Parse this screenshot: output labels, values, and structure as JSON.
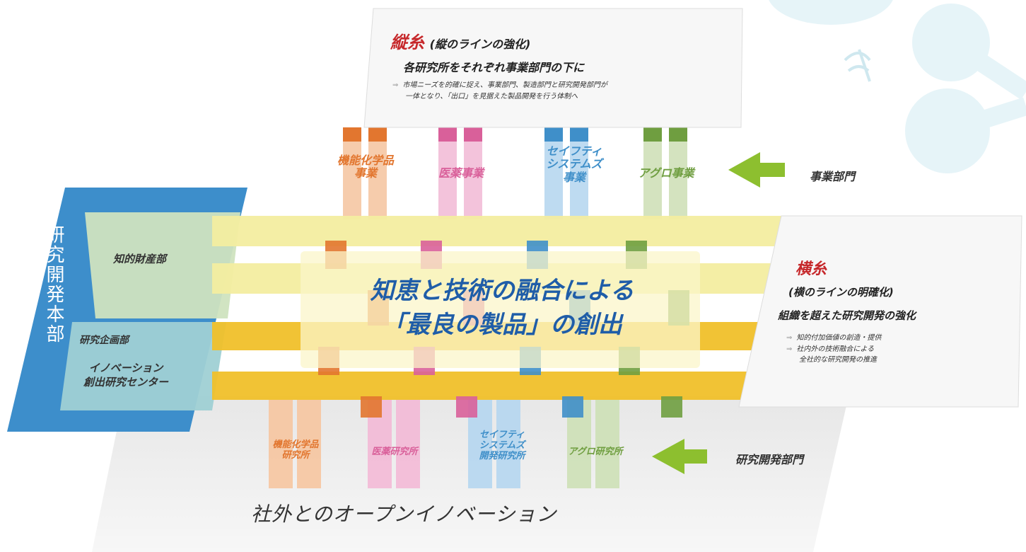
{
  "vertical_box": {
    "title_red": "縦糸",
    "title_paren": "(縦のラインの強化)",
    "subtitle": "各研究所をそれぞれ事業部門の下に",
    "note_arrow": "⇒",
    "note_line1": "市場ニーズを的確に捉え、事業部門、製造部門と研究開発部門が",
    "note_line2": "一体となり、「出口」を見据えた製品開発を行う体制へ"
  },
  "horizontal_box": {
    "title_red": "横糸",
    "title_paren": "(横のラインの明確化)",
    "subtitle": "組織を超えた研究開発の強化",
    "note_arrow": "⇒",
    "note1": "知的付加価値の創造・提供",
    "note2_line1": "社内外の技術融合による",
    "note2_line2": "全社的な研究開発の推進"
  },
  "business_divisions": [
    {
      "label": "機能化学品\n事業",
      "color": "#e2762f"
    },
    {
      "label": "医薬事業",
      "color": "#d9609a"
    },
    {
      "label": "セイフティ\nシステムズ\n事業",
      "color": "#3f8fc9"
    },
    {
      "label": "アグロ事業",
      "color": "#6f9e40"
    }
  ],
  "research_labs": [
    {
      "label": "機能化学品\n研究所",
      "color": "#e2762f"
    },
    {
      "label": "医薬研究所",
      "color": "#d9609a"
    },
    {
      "label": "セイフティ\nシステムズ\n開発研究所",
      "color": "#3f8fc9"
    },
    {
      "label": "アグロ研究所",
      "color": "#6f9e40"
    }
  ],
  "business_label": "事業部門",
  "research_label": "研究開発部門",
  "hq": {
    "title": "研究開発本部",
    "dept1": "知的財産部",
    "dept2": "研究企画部",
    "dept3_line1": "イノベーション",
    "dept3_line2": "創出研究センター"
  },
  "center": {
    "line1": "知恵と技術の融合による",
    "line2": "「最良の製品」の創出"
  },
  "bottom": "社外とのオープンイノベーション",
  "colors": {
    "orange": "#e2762f",
    "pink": "#d9609a",
    "blue": "#3f8fc9",
    "green": "#6f9e40",
    "hq_blue": "#3d8ecb",
    "pale_yellow": "#f3eda0",
    "gold": "#f0c02a",
    "title_red": "#c6282b",
    "center_blue": "#1f5da8",
    "arrow_green": "#8dbf2f",
    "decor_cyan": "#e6f4f8"
  }
}
